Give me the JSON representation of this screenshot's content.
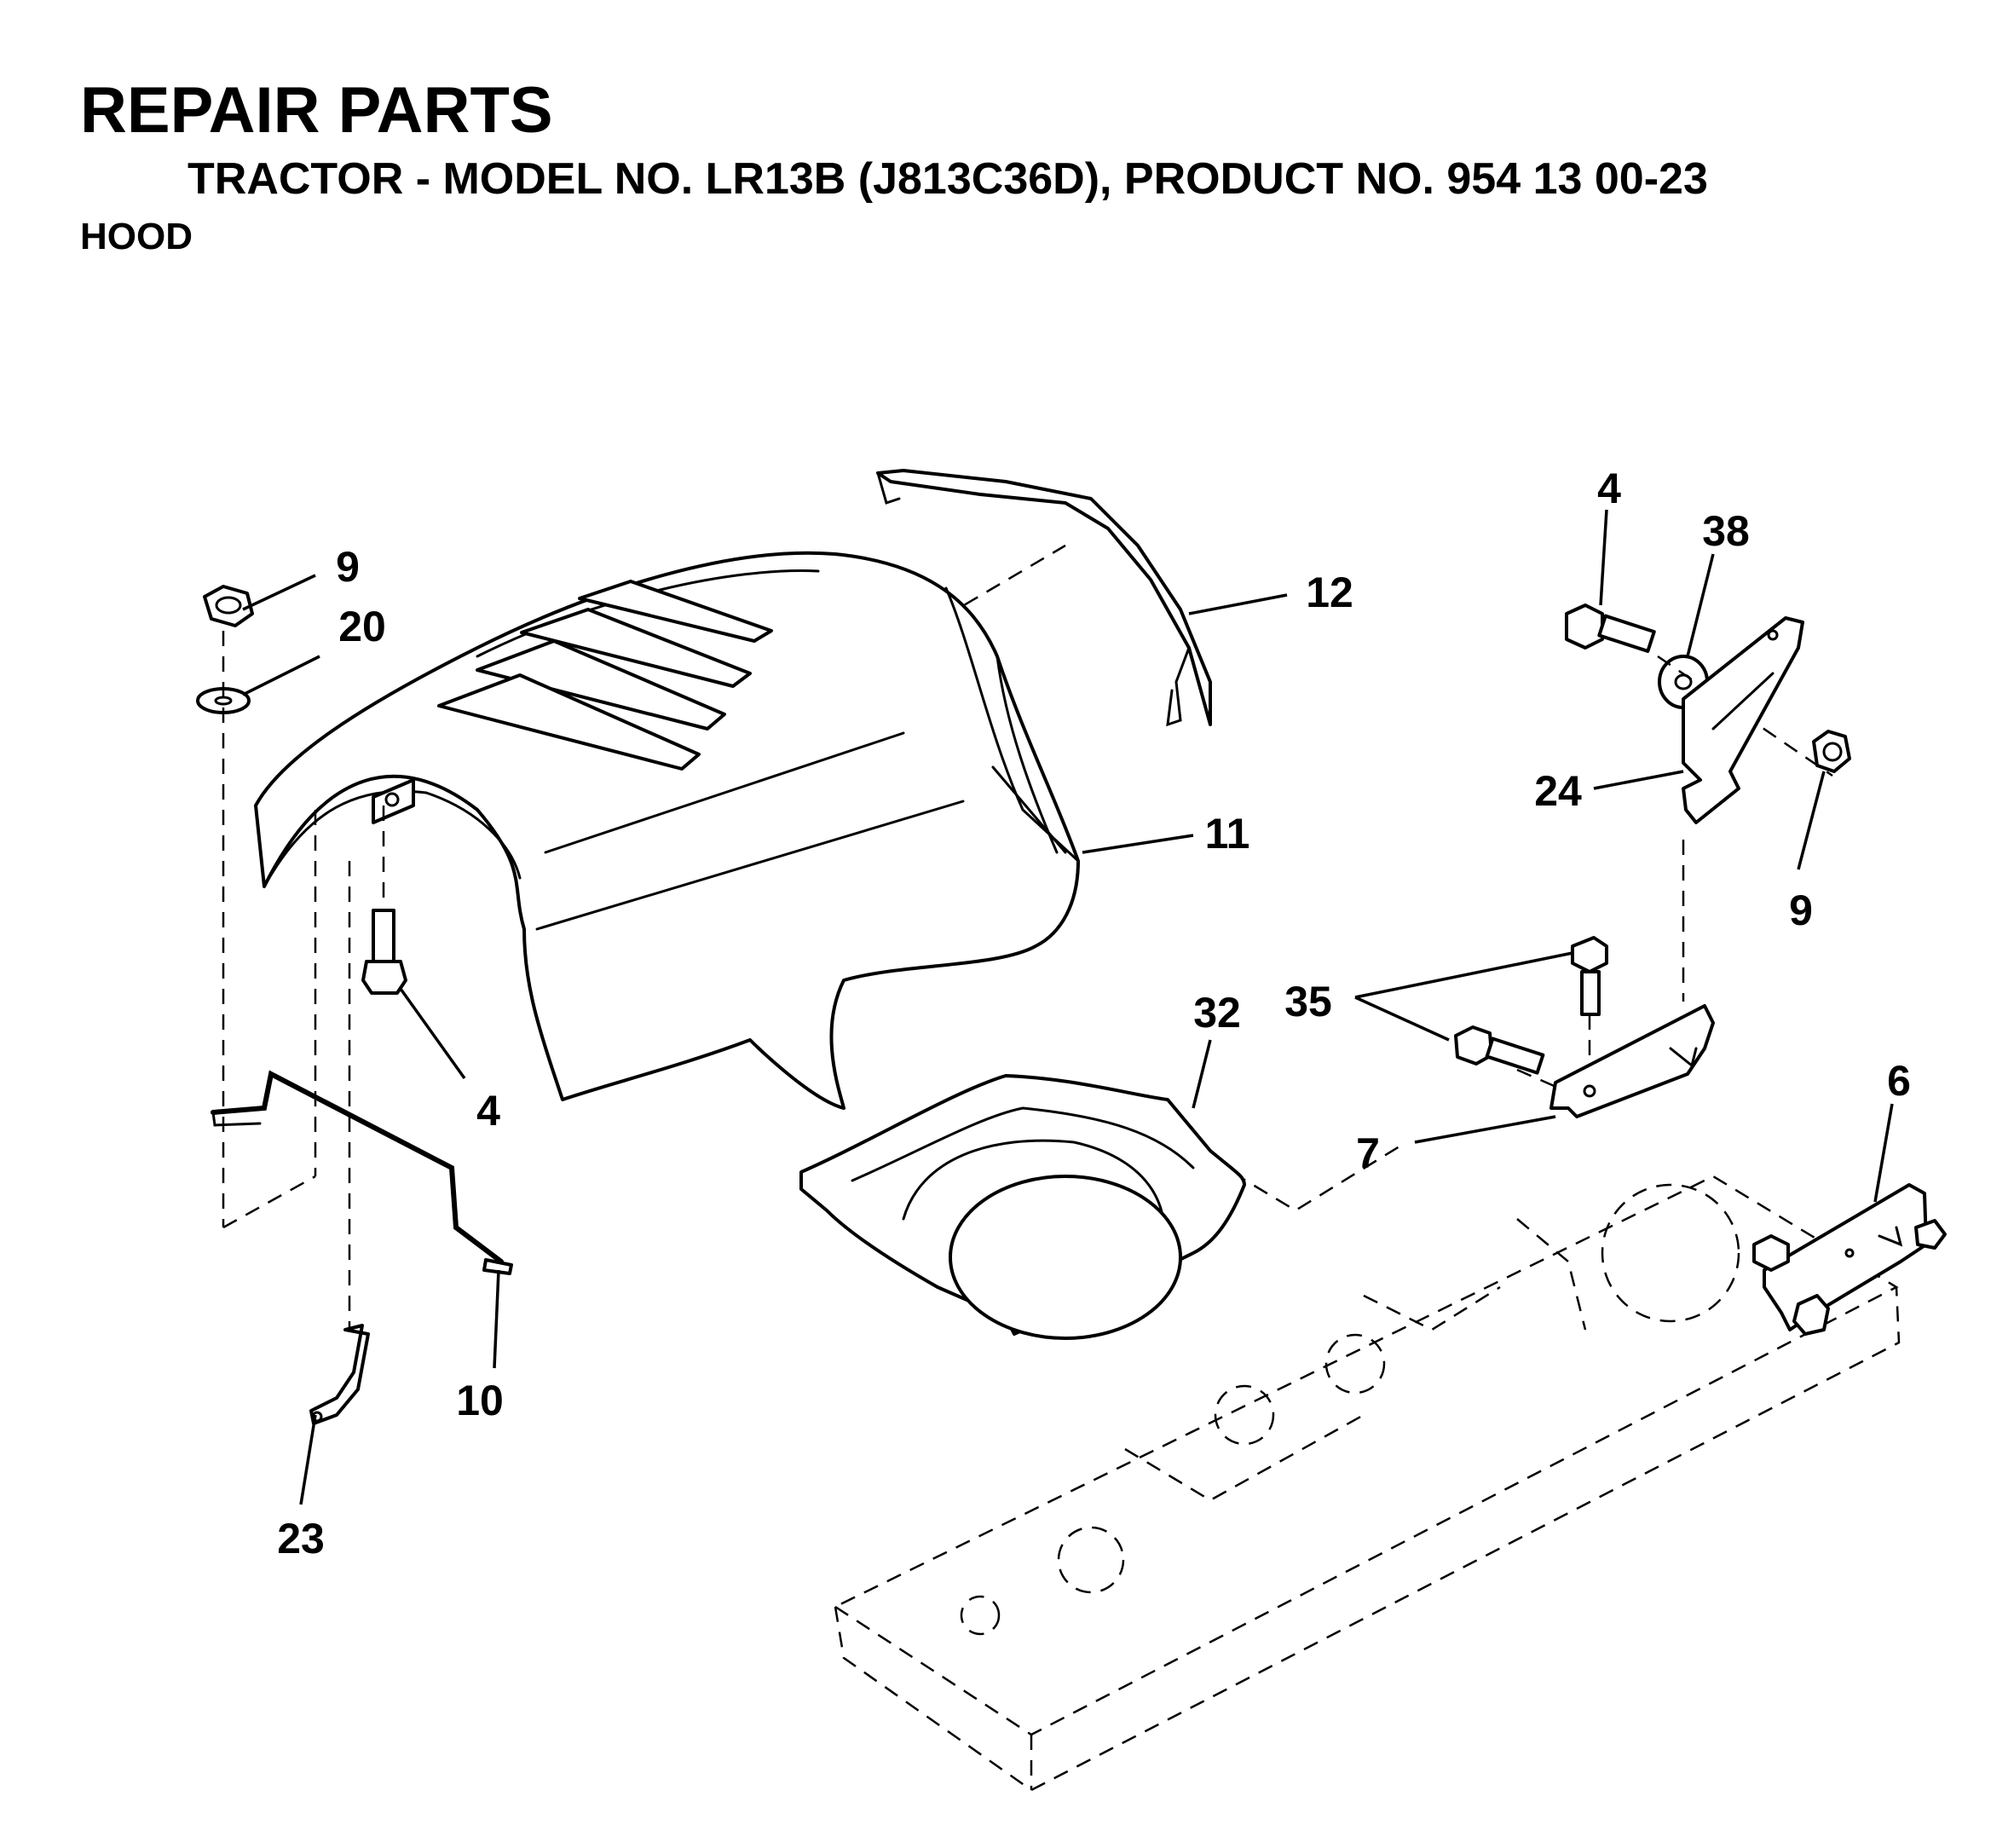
{
  "header": {
    "title": "REPAIR PARTS",
    "subtitle": "TRACTOR - MODEL NO. LR13B (J813C36D), PRODUCT NO. 954 13 00-23",
    "section": "HOOD"
  },
  "callouts": [
    {
      "id": "c-9-nut-left",
      "label": "9"
    },
    {
      "id": "c-20-washer",
      "label": "20"
    },
    {
      "id": "c-12-dash-panel",
      "label": "12"
    },
    {
      "id": "c-11-hood",
      "label": "11"
    },
    {
      "id": "c-4-bolt-left",
      "label": "4"
    },
    {
      "id": "c-10-hood-rod",
      "label": "10"
    },
    {
      "id": "c-23-clip",
      "label": "23"
    },
    {
      "id": "c-32-grille-pan",
      "label": "32"
    },
    {
      "id": "c-4-bolt-right",
      "label": "4"
    },
    {
      "id": "c-38-washer",
      "label": "38"
    },
    {
      "id": "c-24-bracket",
      "label": "24"
    },
    {
      "id": "c-9-nut-right",
      "label": "9"
    },
    {
      "id": "c-35-bolts",
      "label": "35"
    },
    {
      "id": "c-7-pivot-bracket",
      "label": "7"
    },
    {
      "id": "c-6-frame-bracket",
      "label": "6"
    }
  ]
}
